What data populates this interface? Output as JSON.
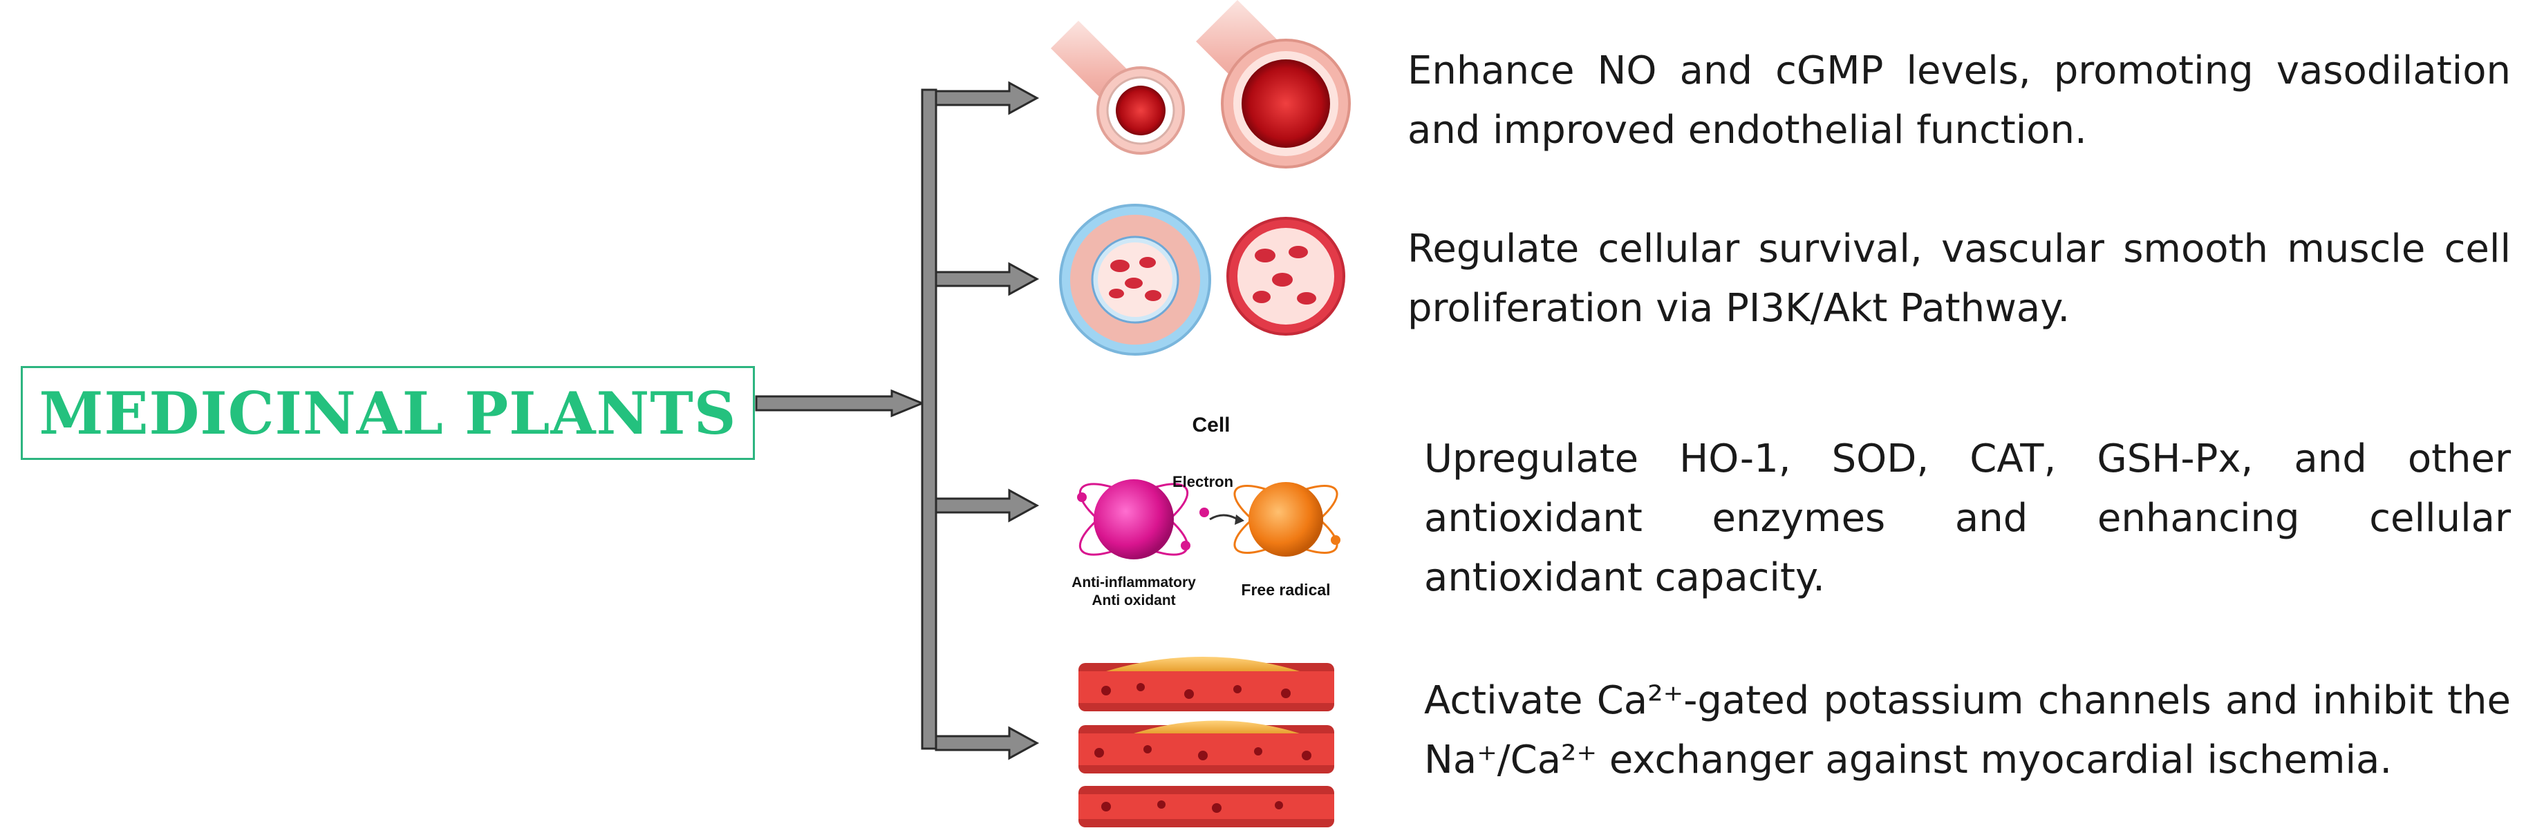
{
  "title": "MEDICINAL PLANTS",
  "mechanisms": [
    {
      "text": "Enhance NO and cGMP levels, promoting vasodilation and improved endothelial function.",
      "icon": "blood-vessel-cross-section-icon"
    },
    {
      "text": "Regulate cellular survival, vascular smooth muscle cell proliferation via PI3K/Akt Pathway.",
      "icon": "vessel-cell-section-icon"
    },
    {
      "text": "Upregulate HO-1, SOD, CAT, GSH-Px, and other antioxidant enzymes and enhancing cellular antioxidant capacity.",
      "icon": "antioxidant-free-radical-icon"
    },
    {
      "text": "Activate Ca²⁺-gated potassium channels and inhibit the Na⁺/Ca²⁺ exchanger against myocardial ischemia.",
      "icon": "artery-plaque-icon"
    }
  ],
  "antioxidant_illustration": {
    "cell_label": "Cell",
    "electron_label": "Electron",
    "anti_label_line1": "Anti-inflammatory",
    "anti_label_line2": "Anti oxidant",
    "radical_label": "Free radical"
  },
  "colors": {
    "title": "#24c17e",
    "title_border": "#2db580",
    "arrow_fill": "#8c8c8c",
    "arrow_stroke": "#2b2b2b"
  }
}
